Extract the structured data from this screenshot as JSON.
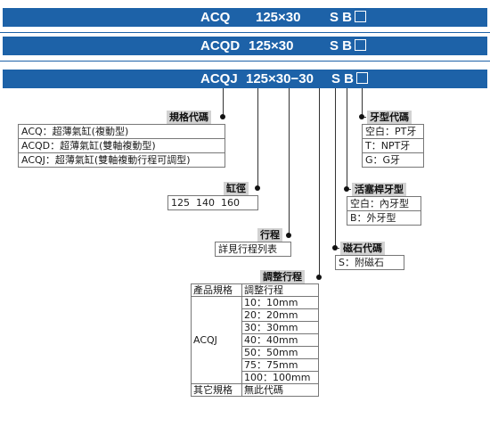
{
  "model_bars": [
    {
      "code": "ACQ",
      "size": "125×30",
      "suffix": "S B"
    },
    {
      "code": "ACQD",
      "size": "125×30",
      "suffix": "S B"
    },
    {
      "code": "ACQJ",
      "size": "125×30−30",
      "suffix": "S B"
    }
  ],
  "spec_code": {
    "label": "規格代碼",
    "items": [
      "ACQ：超薄氣缸(複動型)",
      "ACQD：超薄氣缸(雙軸複動型)",
      "ACQJ：超薄氣缸(雙軸複動行程可調型)"
    ]
  },
  "bore": {
    "label": "缸徑",
    "value": "125  140  160"
  },
  "stroke": {
    "label": "行程",
    "value": "詳見行程列表"
  },
  "adjust": {
    "label": "調整行程",
    "header": [
      "產品規格",
      "調整行程"
    ],
    "group": "ACQJ",
    "rows": [
      "10：10mm",
      "20：20mm",
      "30：30mm",
      "40：40mm",
      "50：50mm",
      "75：75mm",
      "100：100mm"
    ],
    "other": [
      "其它規格",
      "無此代碼"
    ]
  },
  "thread": {
    "label": "牙型代碼",
    "items": [
      "空白：PT牙",
      "T：NPT牙",
      "G：G牙"
    ]
  },
  "rod_thread": {
    "label": "活塞桿牙型",
    "items": [
      "空白：內牙型",
      "B：外牙型"
    ]
  },
  "magnet": {
    "label": "磁石代碼",
    "items": [
      "S：附磁石"
    ]
  },
  "colors": {
    "bar": "#1d62a8",
    "label_bg": "#d2d2d2"
  }
}
